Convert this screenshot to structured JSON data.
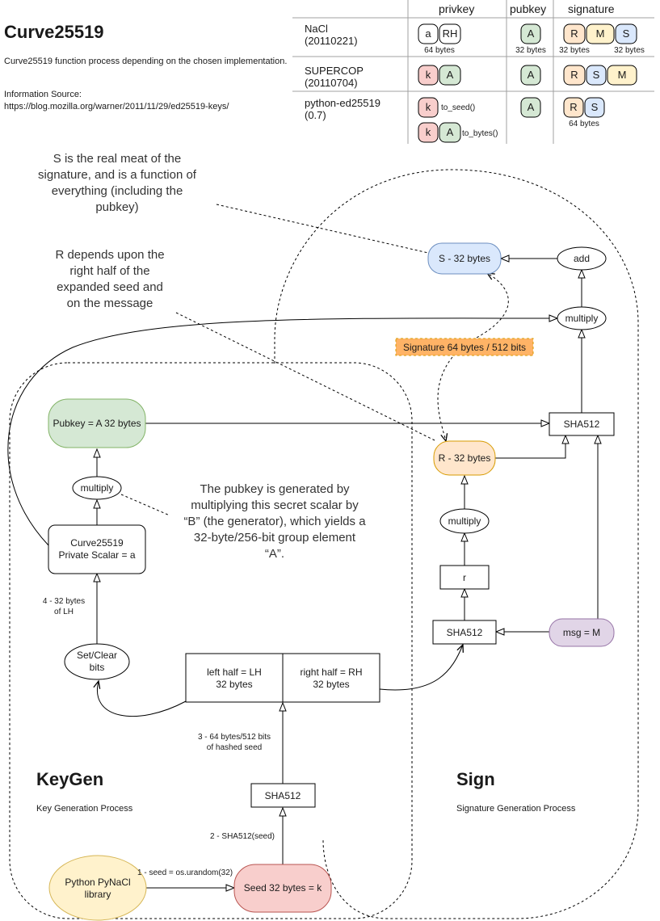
{
  "title": "Curve25519",
  "description": "Curve25519 function process depending on the chosen implementation.",
  "source_label": "Information Source:",
  "source_url": "https://blog.mozilla.org/warner/2011/11/29/ed25519-keys/",
  "table": {
    "headers": [
      "privkey",
      "pubkey",
      "signature"
    ],
    "rows": [
      {
        "name_line1": "NaCl",
        "name_line2": "(20110221)",
        "priv": [
          "a",
          "RH"
        ],
        "priv_note": "64 bytes",
        "pub": "A",
        "pub_note": "32 bytes",
        "sig": [
          "R",
          "M",
          "S"
        ],
        "sig_note_left": "32 bytes",
        "sig_note_right": "32 bytes"
      },
      {
        "name_line1": "SUPERCOP",
        "name_line2": "(20110704)",
        "priv": [
          "k",
          "A"
        ],
        "pub": "A",
        "sig": [
          "R",
          "S",
          "M"
        ]
      },
      {
        "name_line1": "python-ed25519",
        "name_line2": "(0.7)",
        "priv_a": [
          "k"
        ],
        "priv_a_note": "to_seed()",
        "priv_b": [
          "k",
          "A"
        ],
        "priv_b_note": "to_bytes()",
        "pub": "A",
        "sig": [
          "R",
          "S"
        ],
        "sig_note": "64 bytes"
      }
    ]
  },
  "notes": {
    "s_note": [
      "S is the real meat of the",
      "signature, and is a function of",
      "everything (including the",
      "pubkey)"
    ],
    "r_note": [
      "R depends upon the",
      "right half of the",
      "expanded seed and",
      "on the message"
    ],
    "pubkey_note": [
      "The pubkey is generated by",
      "multiplying this secret scalar by",
      "“B” (the generator), which yields a",
      "32-byte/256-bit group element",
      "“A”."
    ]
  },
  "nodes": {
    "s": "S - 32 bytes",
    "add": "add",
    "multiply_top": "multiply",
    "signature_badge": "Signature 64 bytes / 512 bits",
    "pubkey": "Pubkey = A 32 bytes",
    "sha512_sign_top": "SHA512",
    "r32": "R - 32 bytes",
    "multiply_keygen": "multiply",
    "private_scalar_line1": "Curve25519",
    "private_scalar_line2": "Private Scalar = a",
    "multiply_sign": "multiply",
    "r": "r",
    "sha512_sign_bottom": "SHA512",
    "msg": "msg = M",
    "set_clear_line1": "Set/Clear",
    "set_clear_line2": "bits",
    "left_half_line1": "left half = LH",
    "left_half_line2": "32 bytes",
    "right_half_line1": "right half = RH",
    "right_half_line2": "32 bytes",
    "sha512_keygen": "SHA512",
    "python_lib_line1": "Python PyNaCl",
    "python_lib_line2": "library",
    "seed": "Seed 32 bytes = k"
  },
  "edge_labels": {
    "step4_line1": "4 - 32 bytes",
    "step4_line2": "of LH",
    "step3_line1": "3 - 64 bytes/512 bits",
    "step3_line2": "of hashed seed",
    "step2": "2 - SHA512(seed)",
    "step1": "1 - seed = os.urandom(32)"
  },
  "sections": {
    "keygen_title": "KeyGen",
    "keygen_subtitle": "Key Generation Process",
    "sign_title": "Sign",
    "sign_subtitle": "Signature Generation Process"
  },
  "colors": {
    "blue_fill": "#dae8fc",
    "blue_stroke": "#6c8ebf",
    "green_fill": "#d5e8d4",
    "green_stroke": "#82b366",
    "orange_fill": "#ffe6cc",
    "orange_stroke": "#d79b00",
    "purple_fill": "#e1d5e7",
    "purple_stroke": "#9673a6",
    "red_fill": "#f8cecc",
    "red_stroke": "#b85450",
    "yellow_fill": "#fff2cc",
    "yellow_stroke": "#d6b656",
    "badge_fill": "#ffb366"
  }
}
